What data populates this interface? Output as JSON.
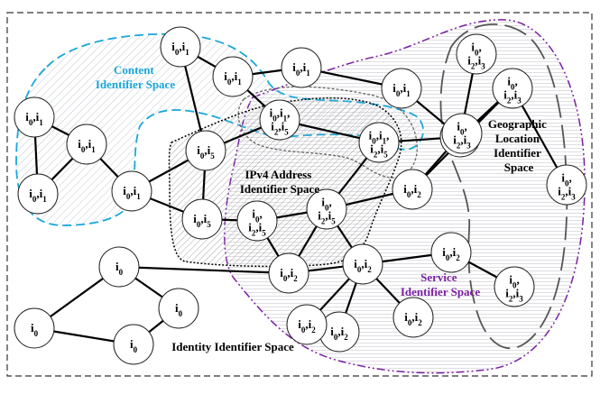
{
  "regions": {
    "content": {
      "label_lines": [
        "Content",
        "Identifier Space"
      ],
      "color": "#1aa7d9"
    },
    "ipv4": {
      "label_lines": [
        "IPv4 Address",
        "Identifier Space"
      ],
      "color": "#000000"
    },
    "service": {
      "label_lines": [
        "Service",
        "Identifier Space"
      ],
      "color": "#7a1fa2"
    },
    "geo": {
      "label_lines": [
        "Geographic",
        "Location",
        "Identifier",
        "Space"
      ],
      "color": "#000000"
    },
    "identity": {
      "label_lines": [
        "Identity Identifier Space"
      ],
      "color": "#000000"
    }
  },
  "nodes": [
    {
      "id": "A",
      "lines": [
        [
          [
            "i",
            "0"
          ],
          [
            ",",
            ""
          ],
          [
            "i",
            "1"
          ]
        ]
      ]
    },
    {
      "id": "B",
      "lines": [
        [
          [
            "i",
            "0"
          ],
          [
            ",",
            ""
          ],
          [
            "i",
            "1"
          ]
        ]
      ]
    },
    {
      "id": "C",
      "lines": [
        [
          [
            "i",
            "0"
          ],
          [
            ",",
            ""
          ],
          [
            "i",
            "1"
          ]
        ]
      ]
    },
    {
      "id": "D",
      "lines": [
        [
          [
            "i",
            "0"
          ],
          [
            ",",
            ""
          ],
          [
            "i",
            "1"
          ]
        ]
      ]
    },
    {
      "id": "E",
      "lines": [
        [
          [
            "i",
            "0"
          ],
          [
            ",",
            ""
          ],
          [
            "i",
            "1"
          ]
        ]
      ]
    },
    {
      "id": "F",
      "lines": [
        [
          [
            "i",
            "0"
          ],
          [
            ",",
            ""
          ],
          [
            "i",
            "1"
          ]
        ]
      ]
    },
    {
      "id": "G",
      "lines": [
        [
          [
            "i",
            "0"
          ],
          [
            ",",
            ""
          ],
          [
            "i",
            "1"
          ]
        ]
      ]
    },
    {
      "id": "H",
      "lines": [
        [
          [
            "i",
            "0"
          ],
          [
            ",",
            ""
          ],
          [
            "i",
            "1"
          ]
        ]
      ]
    },
    {
      "id": "I",
      "lines": [
        [
          [
            "i",
            "0"
          ],
          [
            ",",
            ""
          ],
          [
            "i",
            "1"
          ],
          [
            ",",
            ""
          ]
        ],
        [
          [
            "i",
            "2"
          ],
          [
            ",",
            ""
          ],
          [
            "i",
            "5"
          ]
        ]
      ]
    },
    {
      "id": "J",
      "lines": [
        [
          [
            "i",
            "0"
          ],
          [
            ",",
            ""
          ],
          [
            "i",
            "5"
          ]
        ]
      ]
    },
    {
      "id": "K",
      "lines": [
        [
          [
            "i",
            "0"
          ],
          [
            ",",
            ""
          ],
          [
            "i",
            "2"
          ]
        ]
      ]
    },
    {
      "id": "L",
      "lines": [
        [
          [
            "i",
            "0"
          ],
          [
            ",",
            ""
          ],
          [
            "i",
            "1"
          ],
          [
            ",",
            ""
          ]
        ],
        [
          [
            "i",
            "2"
          ],
          [
            ",",
            ""
          ],
          [
            "i",
            "5"
          ]
        ]
      ]
    },
    {
      "id": "M",
      "lines": [
        [
          [
            "i",
            "0"
          ],
          [
            ",",
            ""
          ]
        ],
        [
          [
            "i",
            "2"
          ],
          [
            ",",
            ""
          ],
          [
            "i",
            "3"
          ]
        ]
      ]
    },
    {
      "id": "N",
      "lines": [
        [
          [
            "i",
            "0"
          ],
          [
            ",",
            ""
          ]
        ],
        [
          [
            "i",
            "2"
          ],
          [
            ",",
            ""
          ],
          [
            "i",
            "3"
          ]
        ]
      ]
    },
    {
      "id": "O",
      "lines": [
        [
          [
            "i",
            "0"
          ],
          [
            ",",
            ""
          ]
        ],
        [
          [
            "i",
            "2"
          ],
          [
            ",",
            ""
          ],
          [
            "i",
            "3"
          ]
        ]
      ]
    },
    {
      "id": "P",
      "lines": [
        [
          [
            "i",
            "0"
          ],
          [
            ",",
            ""
          ],
          [
            "i",
            "5"
          ]
        ]
      ]
    },
    {
      "id": "Q",
      "lines": [
        [
          [
            "i",
            "0"
          ],
          [
            ",",
            ""
          ]
        ],
        [
          [
            "i",
            "2"
          ],
          [
            ",",
            ""
          ],
          [
            "i",
            "5"
          ]
        ]
      ]
    },
    {
      "id": "R",
      "lines": [
        [
          [
            "i",
            "0"
          ],
          [
            ",",
            ""
          ]
        ],
        [
          [
            "i",
            "2"
          ],
          [
            ",",
            ""
          ],
          [
            "i",
            "5"
          ]
        ]
      ]
    },
    {
      "id": "S",
      "lines": [
        [
          [
            "i",
            "0"
          ],
          [
            ",",
            ""
          ],
          [
            "i",
            "2"
          ]
        ]
      ]
    },
    {
      "id": "T",
      "lines": [
        [
          [
            "i",
            "0"
          ],
          [
            ",",
            ""
          ]
        ],
        [
          [
            "i",
            "2"
          ],
          [
            ",",
            ""
          ],
          [
            "i",
            "3"
          ]
        ]
      ]
    },
    {
      "id": "U",
      "lines": [
        [
          [
            "i",
            "0"
          ],
          [
            ",",
            ""
          ],
          [
            "i",
            "2"
          ]
        ]
      ]
    },
    {
      "id": "V",
      "lines": [
        [
          [
            "i",
            "0"
          ],
          [
            ",",
            ""
          ],
          [
            "i",
            "2"
          ]
        ]
      ]
    },
    {
      "id": "W",
      "lines": [
        [
          [
            "i",
            "0"
          ],
          [
            ",",
            ""
          ],
          [
            "i",
            "2"
          ]
        ]
      ]
    },
    {
      "id": "X",
      "lines": [
        [
          [
            "i",
            "0"
          ],
          [
            ",",
            ""
          ],
          [
            "i",
            "2"
          ]
        ]
      ]
    },
    {
      "id": "Y",
      "lines": [
        [
          [
            "i",
            "0"
          ],
          [
            ",",
            ""
          ]
        ],
        [
          [
            "i",
            "2"
          ],
          [
            ",",
            ""
          ],
          [
            "i",
            "3"
          ]
        ]
      ]
    },
    {
      "id": "Z",
      "lines": [
        [
          [
            "i",
            "0"
          ],
          [
            ",",
            ""
          ],
          [
            "i",
            "2"
          ]
        ]
      ]
    },
    {
      "id": "AA",
      "lines": [
        [
          [
            "i",
            "0"
          ],
          [
            ",",
            ""
          ],
          [
            "i",
            "2"
          ]
        ]
      ]
    },
    {
      "id": "AB",
      "lines": [
        [
          [
            "i",
            "0"
          ]
        ]
      ]
    },
    {
      "id": "AC",
      "lines": [
        [
          [
            "i",
            "0"
          ]
        ]
      ]
    },
    {
      "id": "AD",
      "lines": [
        [
          [
            "i",
            "0"
          ]
        ]
      ]
    },
    {
      "id": "AE",
      "lines": [
        [
          [
            "i",
            "0"
          ]
        ]
      ]
    }
  ],
  "edges": [
    [
      "A",
      "B"
    ],
    [
      "A",
      "C"
    ],
    [
      "B",
      "C"
    ],
    [
      "B",
      "D"
    ],
    [
      "E",
      "F"
    ],
    [
      "F",
      "G"
    ],
    [
      "F",
      "I"
    ],
    [
      "G",
      "H"
    ],
    [
      "H",
      "K"
    ],
    [
      "E",
      "J"
    ],
    [
      "J",
      "D"
    ],
    [
      "J",
      "P"
    ],
    [
      "J",
      "I"
    ],
    [
      "D",
      "P"
    ],
    [
      "I",
      "L"
    ],
    [
      "K",
      "L"
    ],
    [
      "K",
      "M"
    ],
    [
      "K",
      "N"
    ],
    [
      "N",
      "O"
    ],
    [
      "L",
      "R"
    ],
    [
      "R",
      "Q"
    ],
    [
      "Q",
      "P"
    ],
    [
      "R",
      "S"
    ],
    [
      "S",
      "T"
    ],
    [
      "S",
      "N"
    ],
    [
      "R",
      "V"
    ],
    [
      "Q",
      "V"
    ],
    [
      "R",
      "X"
    ],
    [
      "X",
      "V"
    ],
    [
      "X",
      "W"
    ],
    [
      "X",
      "U"
    ],
    [
      "X",
      "Z"
    ],
    [
      "X",
      "AA"
    ],
    [
      "U",
      "Y"
    ],
    [
      "V",
      "AB"
    ],
    [
      "AB",
      "AC"
    ],
    [
      "AB",
      "AE"
    ],
    [
      "AC",
      "AD"
    ],
    [
      "AD",
      "AE"
    ]
  ]
}
